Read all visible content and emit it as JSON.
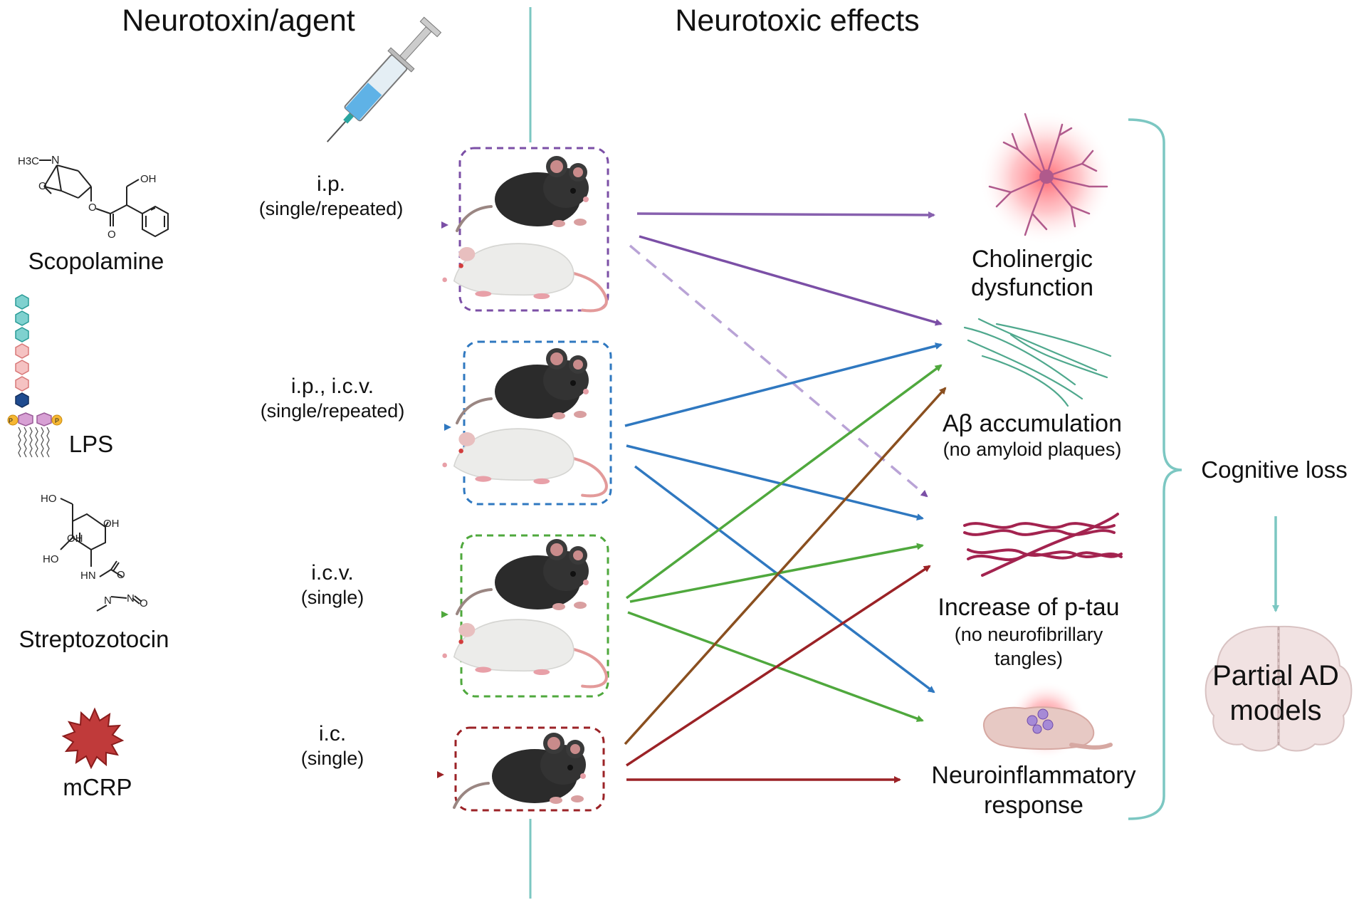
{
  "headers": {
    "left": "Neurotoxin/agent",
    "right": "Neurotoxic effects"
  },
  "agents": [
    {
      "name": "Scopolamine",
      "route": "i.p.",
      "dosing": "(single/repeated)",
      "color": "#7b4fa6"
    },
    {
      "name": "LPS",
      "route": "i.p., i.c.v.",
      "dosing": "(single/repeated)",
      "color": "#2f78c0"
    },
    {
      "name": "Streptozotocin",
      "route": "i.c.v.",
      "dosing": "(single)",
      "color": "#4fa83d"
    },
    {
      "name": "mCRP",
      "route": "i.c.",
      "dosing": "(single)",
      "color": "#9b2226"
    }
  ],
  "chem_labels": {
    "scop_h3c": "H3C",
    "scop_n": "N",
    "scop_oh": "OH",
    "scop_o1": "O",
    "scop_o2": "O",
    "scop_o3": "O",
    "lps_p": "P",
    "stz_ho1": "HO",
    "stz_oh1": "OH",
    "stz_oh2": "OH",
    "stz_ho2": "HO",
    "stz_hn": "HN",
    "stz_o1": "O",
    "stz_n1": "N",
    "stz_n2": "N",
    "stz_o2": "O"
  },
  "effects": [
    {
      "title": "Cholinergic",
      "title2": "dysfunction",
      "note": "",
      "note2": ""
    },
    {
      "title": "Aβ accumulation",
      "title2": "",
      "note": "(no amyloid plaques)",
      "note2": ""
    },
    {
      "title": "Increase of p-tau",
      "title2": "",
      "note": "(no neurofibrillary",
      "note2": "tangles)"
    },
    {
      "title": "Neuroinflammatory",
      "title2": "response",
      "note": "",
      "note2": ""
    }
  ],
  "outcome": {
    "brace_label": "Cognitive loss",
    "result_line1": "Partial AD",
    "result_line2": "models"
  },
  "colors": {
    "divider": "#7cc7c2",
    "scopolamine": "#7b4fa6",
    "lps": "#2f78c0",
    "streptozotocin": "#4fa83d",
    "mcrp": "#9b2226",
    "brown": "#8a4f1f"
  }
}
